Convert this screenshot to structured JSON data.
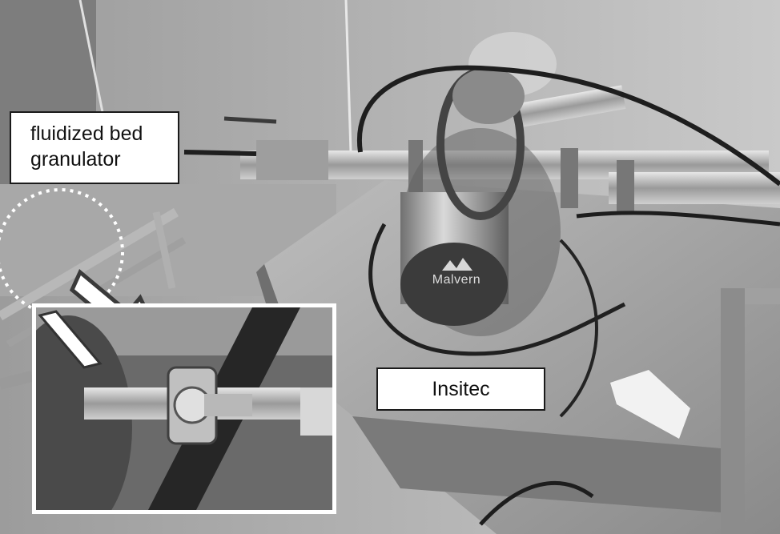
{
  "labels": {
    "fluidized_bed_line1": "fluidized bed",
    "fluidized_bed_line2": "granulator",
    "insitec": "Insitec"
  },
  "logo": {
    "brand_text": "Malvern"
  },
  "colors": {
    "label_background": "#ffffff",
    "label_border": "#1a1a1a",
    "inset_border": "#ffffff",
    "highlight_dashes": "#ffffff"
  }
}
